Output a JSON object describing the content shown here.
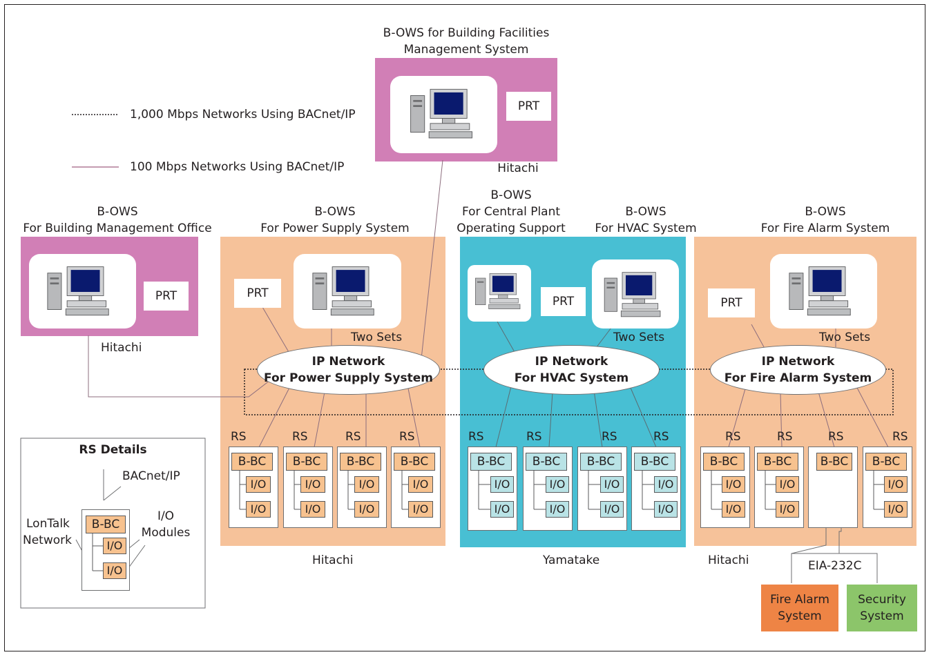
{
  "legend": {
    "gigabit": "1,000 Mbps Networks Using BACnet/IP",
    "fast": "100 Mbps Networks Using BACnet/IP"
  },
  "top_ows": {
    "title_line1": "B-OWS for Building Facilities",
    "title_line2": "Management System",
    "prt": "PRT",
    "vendor": "Hitachi"
  },
  "mgmt_office": {
    "title_line1": "B-OWS",
    "title_line2": "For Building Management Office",
    "prt": "PRT",
    "vendor": "Hitachi"
  },
  "power": {
    "title_line1": "B-OWS",
    "title_line2": "For Power Supply System",
    "prt": "PRT",
    "sets": "Two Sets",
    "net_line1": "IP Network",
    "net_line2": "For Power Supply System",
    "vendor": "Hitachi"
  },
  "central": {
    "title_line1": "B-OWS",
    "title_line2": "For Central Plant",
    "title_line3": "Operating Support",
    "prt": "PRT"
  },
  "hvac": {
    "title_line1": "B-OWS",
    "title_line2": "For HVAC System",
    "sets": "Two Sets",
    "net_line1": "IP Network",
    "net_line2": "For HVAC System",
    "vendor": "Yamatake"
  },
  "fire": {
    "title_line1": "B-OWS",
    "title_line2": "For Fire Alarm System",
    "prt": "PRT",
    "sets": "Two Sets",
    "net_line1": "IP Network",
    "net_line2": "For Fire Alarm System",
    "vendor": "Hitachi"
  },
  "labels": {
    "rs": "RS",
    "bbc": "B-BC",
    "io": "I/O"
  },
  "rs_details": {
    "title": "RS Details",
    "bacnet": "BACnet/IP",
    "lontalk_line1": "LonTalk",
    "lontalk_line2": "Network",
    "io_line1": "I/O",
    "io_line2": "Modules"
  },
  "eia": "EIA-232C",
  "fire_alarm_system": {
    "line1": "Fire Alarm",
    "line2": "System"
  },
  "security_system": {
    "line1": "Security",
    "line2": "System"
  },
  "colors": {
    "magenta": "#d17fb6",
    "orange": "#f6c29a",
    "cyan": "#48bfd3",
    "io_orange": "#f7c28f",
    "io_cyan": "#b9e3e6",
    "fire_box": "#ee8445",
    "security_box": "#8cc56a"
  }
}
